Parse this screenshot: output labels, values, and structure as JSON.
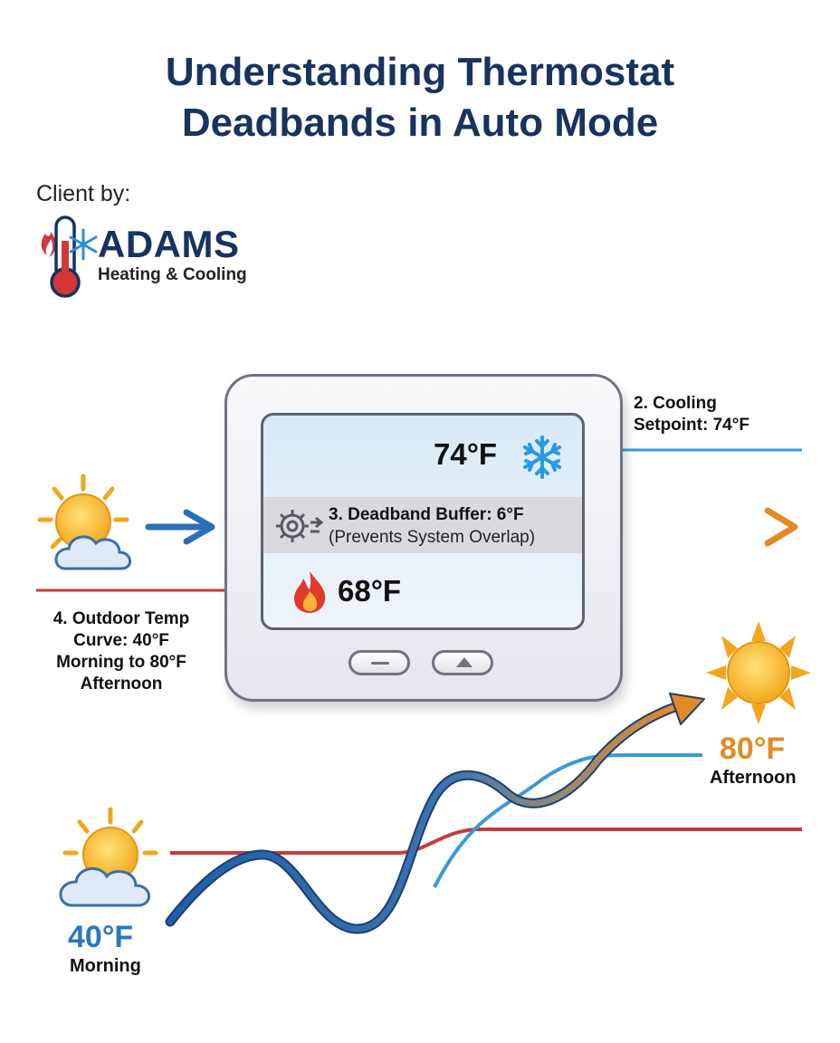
{
  "header": {
    "title_line1": "Understanding Thermostat",
    "title_line2": "Deadbands in Auto Mode"
  },
  "client": {
    "label": "Client by:",
    "brand": "ADAMS",
    "tagline": "Heating & Cooling"
  },
  "thermostat": {
    "cooling_display": "74°F",
    "heating_display": "68°F",
    "deadband_title": "3. Deadband Buffer: 6°F",
    "deadband_note": "(Prevents System Overlap)",
    "buttons": [
      "minus",
      "up"
    ]
  },
  "labels": {
    "cooling_line1": "2. Cooling",
    "cooling_line2": "Setpoint: 74°F",
    "outdoor_line1": "4. Outdoor Temp",
    "outdoor_line2": "Curve: 40°F",
    "outdoor_line3": "Morning to 80°F",
    "outdoor_line4": "Afternoon"
  },
  "curve": {
    "start_temp": "40°F",
    "start_time": "Morning",
    "end_temp": "80°F",
    "end_time": "Afternoon"
  },
  "colors": {
    "title": "#17335f",
    "cooling": "#3a9ad9",
    "heating": "#c9393b",
    "warm": "#e38a27",
    "curve_start": "#1f5fa8"
  },
  "icons": [
    "thermometer-icon",
    "snowflake-icon",
    "flame-icon",
    "gear-icon",
    "sun-cloud-icon",
    "sun-icon",
    "arrow-right-icon"
  ]
}
